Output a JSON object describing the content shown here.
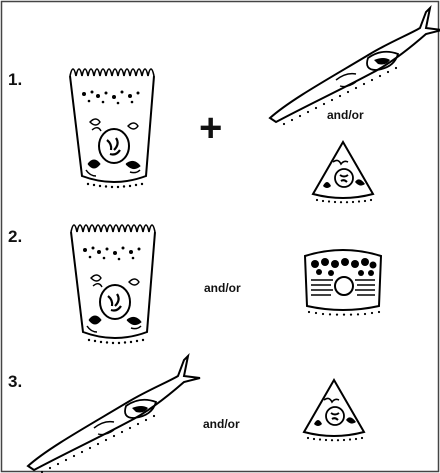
{
  "rows": [
    {
      "number": "1.",
      "connector": "+",
      "alt": "and/or"
    },
    {
      "number": "2.",
      "alt": "and/or"
    },
    {
      "number": "3.",
      "alt": "and/or"
    }
  ]
}
